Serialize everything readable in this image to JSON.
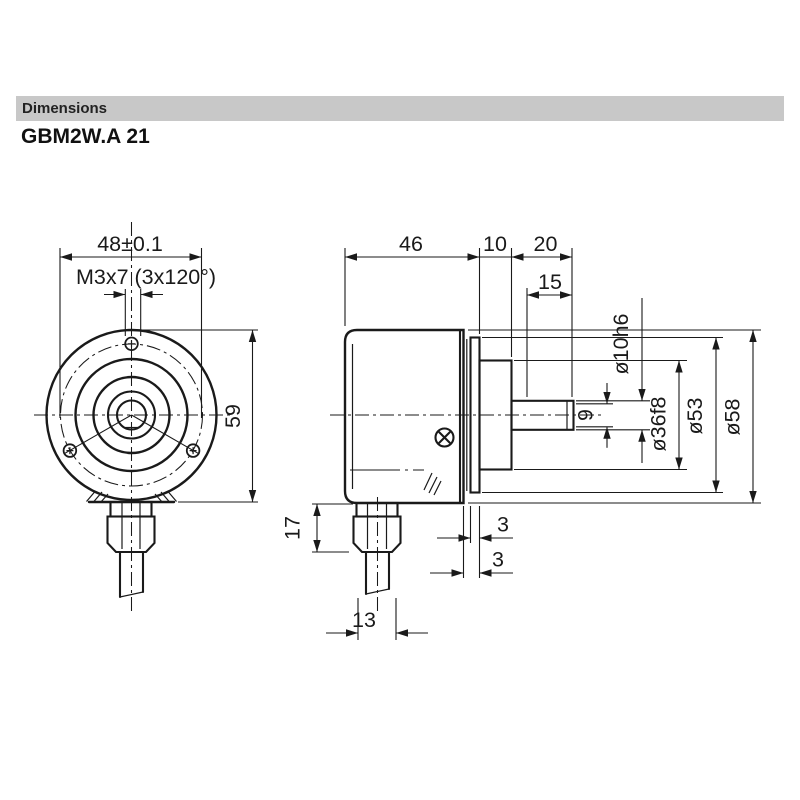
{
  "header": {
    "label": "Dimensions"
  },
  "title": "GBM2W.A 21",
  "colors": {
    "background": "#ffffff",
    "header_bar": "#c8c8c8",
    "line": "#1a1a1a"
  },
  "front_view": {
    "dims": {
      "bolt_circle": "48±0.1",
      "mounting_thread": "M3x7 (3x120°)",
      "height": "59"
    }
  },
  "side_view": {
    "dims": {
      "body_depth": "46",
      "flange_depth": "10",
      "shaft_length": "20",
      "shaft_usable_length": "15",
      "shaft_flat": "9",
      "shaft_diameter": "ø10h6",
      "spigot_diameter": "ø36f8",
      "flange_diameter": "ø53",
      "body_diameter": "ø58",
      "gland_height": "17",
      "body_to_flange_gap": "3",
      "flange_thickness": "3",
      "gland_width": "13"
    }
  }
}
